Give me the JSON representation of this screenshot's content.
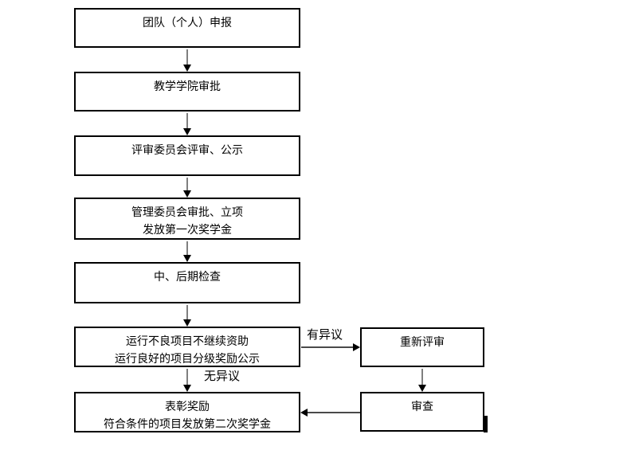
{
  "flowchart": {
    "main_boxes": [
      {
        "name": "declaration",
        "lines": [
          "团队（个人）申报"
        ]
      },
      {
        "name": "college-approval",
        "lines": [
          "教学学院审批"
        ]
      },
      {
        "name": "committee-review",
        "lines": [
          "评审委员会评审、公示"
        ]
      },
      {
        "name": "management-approval",
        "lines": [
          "管理委员会审批、立项",
          "发放第一次奖学金"
        ]
      },
      {
        "name": "mid-late-inspection",
        "lines": [
          "中、后期检查"
        ]
      },
      {
        "name": "operation-result",
        "lines": [
          "运行不良项目不继续资助",
          "运行良好的项目分级奖励公示"
        ]
      },
      {
        "name": "commendation",
        "lines": [
          "表彰奖励",
          "符合条件的项目发放第二次奖学金"
        ]
      }
    ],
    "side_boxes": [
      {
        "name": "re-review",
        "lines": [
          "重新评审"
        ]
      },
      {
        "name": "examination",
        "lines": [
          "审查"
        ]
      }
    ],
    "labels": {
      "objection": "有异议",
      "no_objection": "无异议"
    },
    "colors": {
      "background": "#ffffff",
      "box_border": "#000000",
      "box_fill": "#ffffff",
      "connector_line_vertical": "#7f7f7f",
      "connector_line_horizontal": "#4a4a4a",
      "arrowhead": "#000000",
      "text": "#000000"
    }
  }
}
